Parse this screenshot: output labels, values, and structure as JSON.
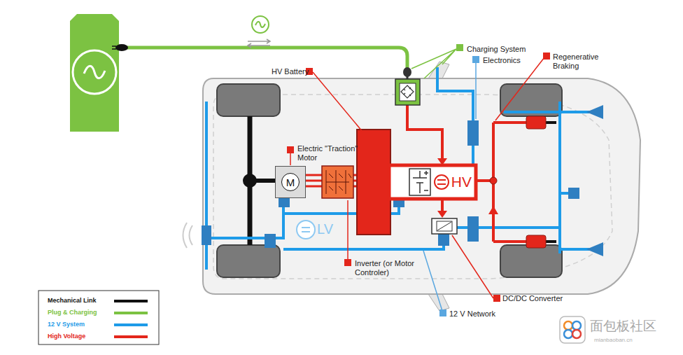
{
  "diagram": {
    "nodes": [
      {
        "text": [
          "M"
        ]
      },
      {
        "text": [
          "HV"
        ]
      }
    ],
    "labels": [
      "Charging System",
      "Electronics",
      "Regenerative Braking",
      "HV Battery",
      "Electric \"Traction\" Motor",
      "Inverter (or Motor Controler)",
      "DC/DC Converter",
      "12 V Network",
      "LV",
      "面包板社区",
      "mianbaoban.cn"
    ],
    "legend": [
      {
        "text": "Mechanical Link",
        "color": "#111111"
      },
      {
        "text": "Plug & Charging",
        "color": "#7cc242"
      },
      {
        "text": "12 V System",
        "color": "#1e9be8"
      },
      {
        "text": "High Voltage",
        "color": "#e3261b"
      }
    ]
  }
}
